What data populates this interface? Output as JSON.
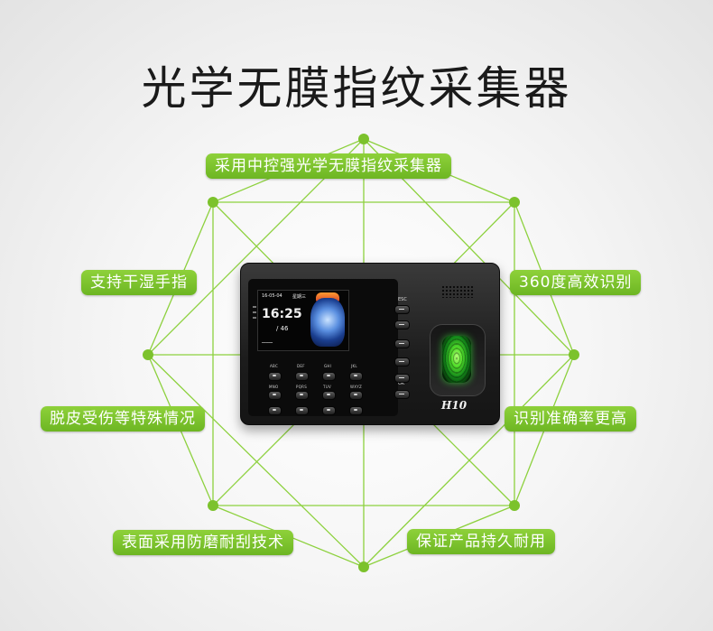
{
  "title": "光学无膜指纹采集器",
  "colors": {
    "accent_green": "#7cc22c",
    "line_green": "#8dd13e",
    "title_text": "#1a1a1a"
  },
  "features": [
    "采用中控强光学无膜指纹采集器",
    "360度高效识别",
    "识别准确率更高",
    "保证产品持久耐用",
    "表面采用防磨耐刮技术",
    "脱皮受伤等特殊情况",
    "支持干湿手指"
  ],
  "device": {
    "model": "H10",
    "screen": {
      "date": "16-05-04",
      "weekday": "星期三",
      "time": "16:25",
      "sub": "/ 46"
    },
    "keypad_letters": [
      "ABC",
      "DEF",
      "GHI",
      "JKL",
      "MNO",
      "PQRS",
      "TUV",
      "WXYZ"
    ],
    "esc_label": "ESC",
    "ok_label": "OK"
  }
}
